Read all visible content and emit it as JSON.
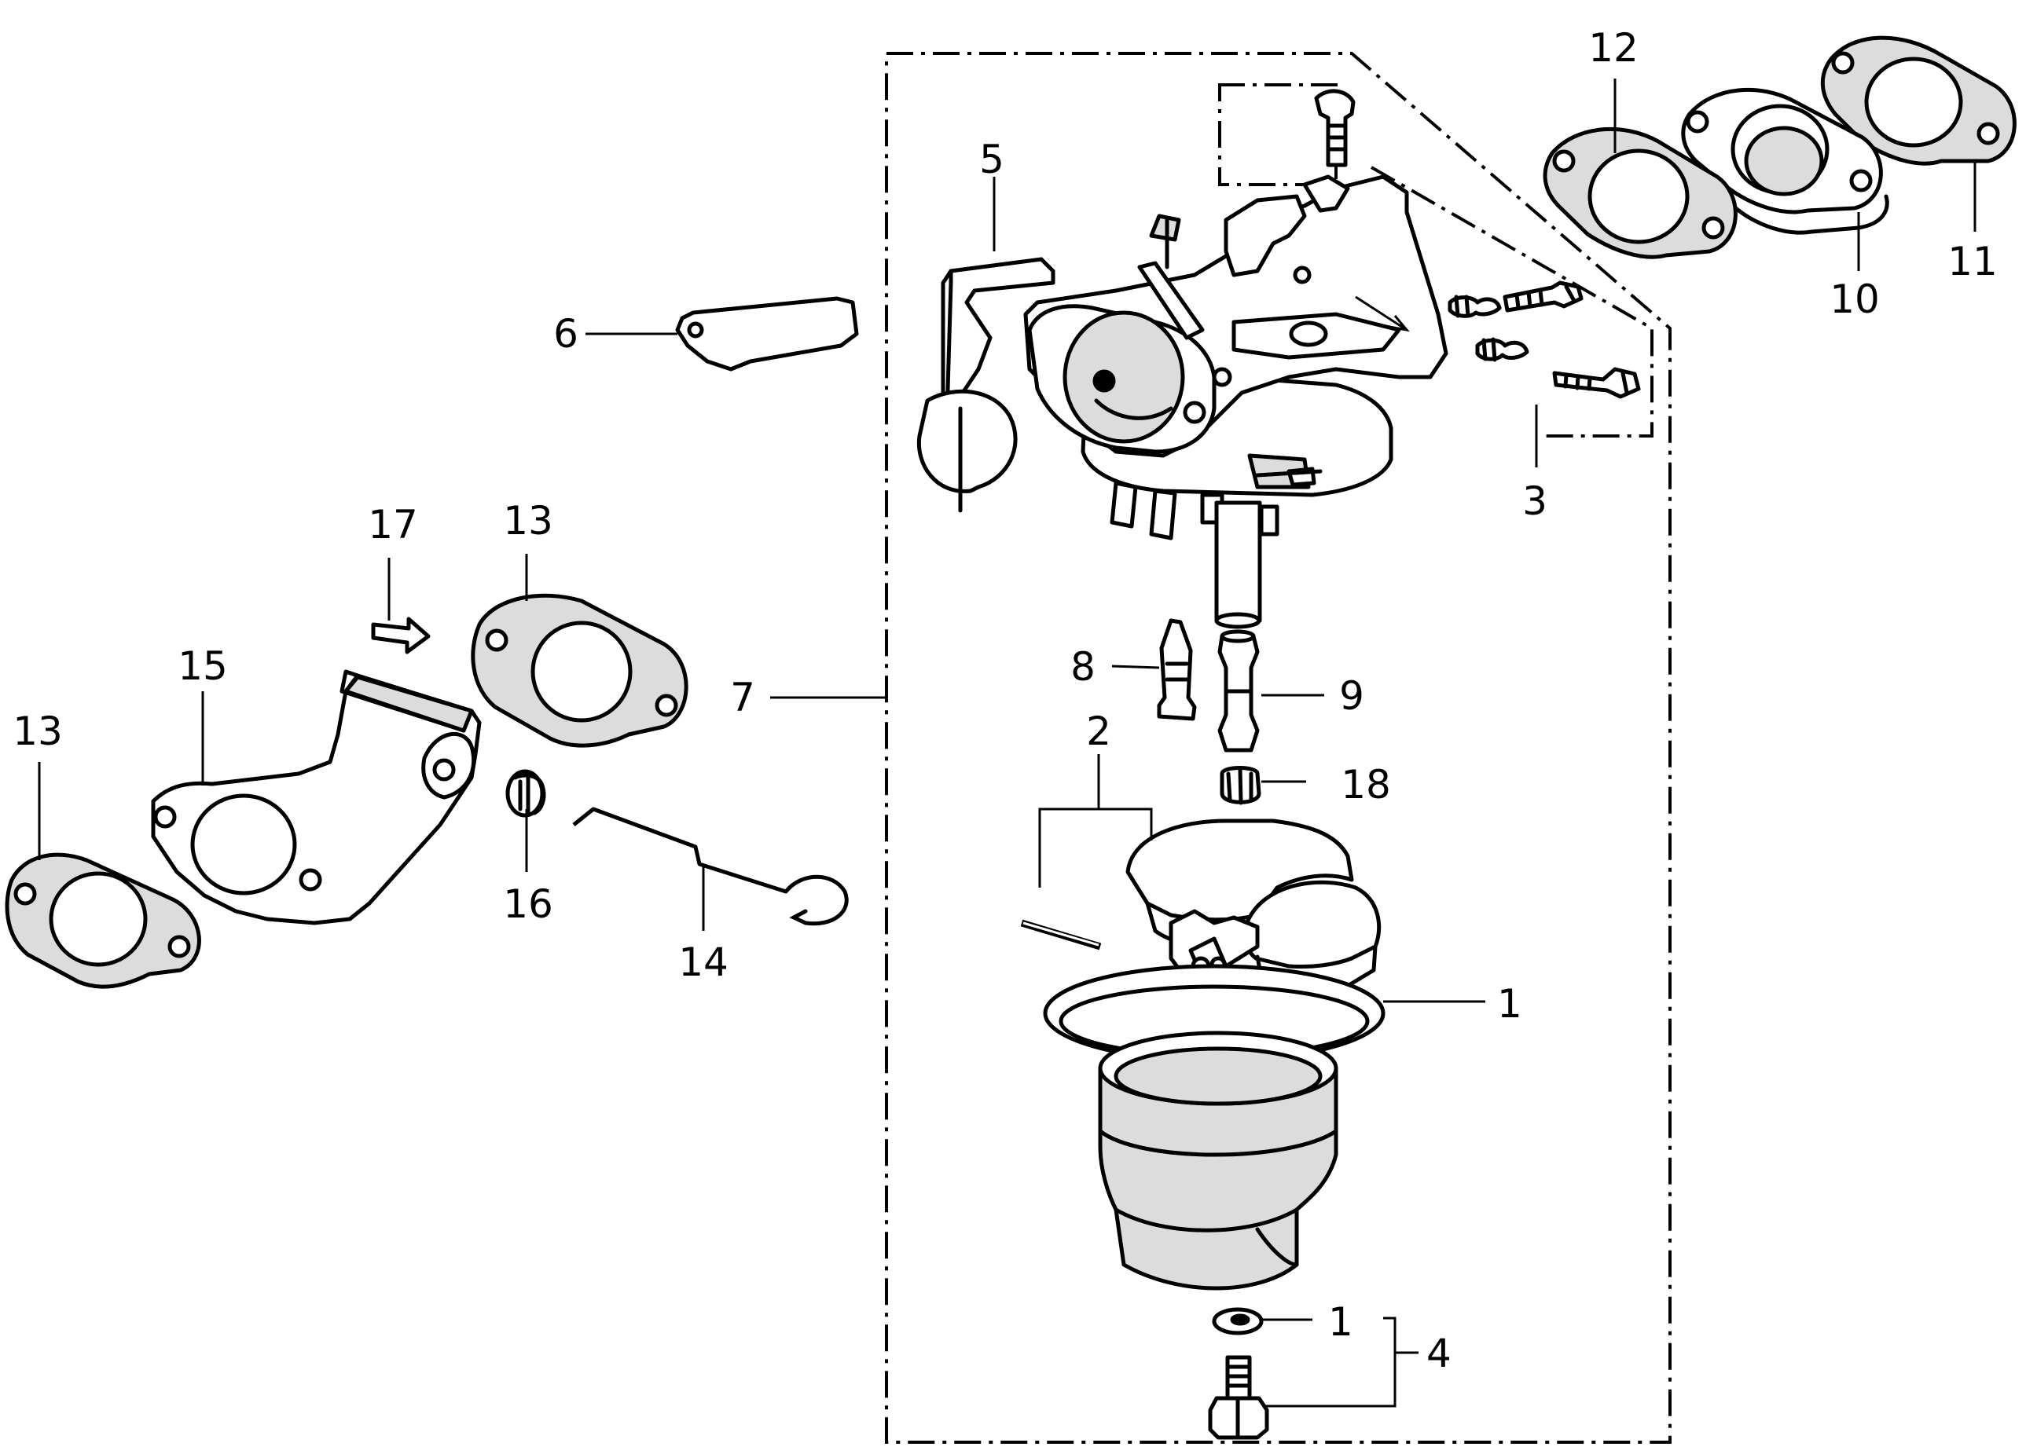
{
  "callouts": {
    "c1a": "1",
    "c1b": "1",
    "c2": "2",
    "c3": "3",
    "c4": "4",
    "c5": "5",
    "c6": "6",
    "c7": "7",
    "c8": "8",
    "c9": "9",
    "c10": "10",
    "c11": "11",
    "c12": "12",
    "c13a": "13",
    "c13b": "13",
    "c14": "14",
    "c15": "15",
    "c16": "16",
    "c17": "17",
    "c18": "18"
  }
}
